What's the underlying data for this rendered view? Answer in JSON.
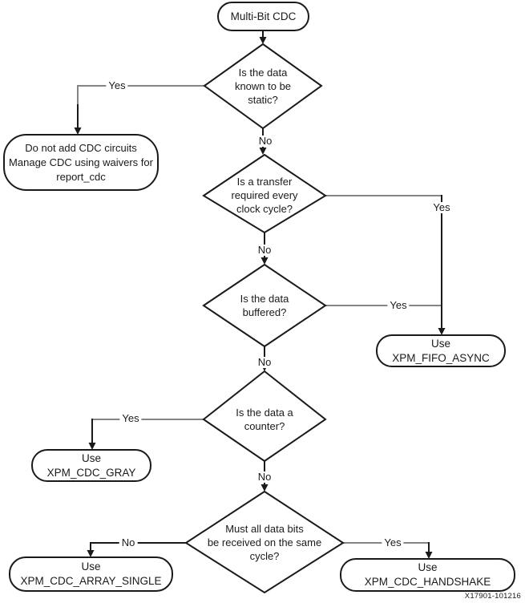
{
  "diagram": {
    "start": {
      "label": "Multi-Bit CDC"
    },
    "decisions": {
      "static": "Is the data\nknown to be\nstatic?",
      "transfer": "Is a transfer\nrequired every\nclock cycle?",
      "buffered": "Is the data\nbuffered?",
      "counter": "Is the data a\ncounter?",
      "same_cycle": "Must all data bits\nbe received on the same\ncycle?"
    },
    "results": {
      "no_cdc": "Do not add CDC circuits\nManage CDC using waivers for\nreport_cdc",
      "fifo_async": "Use\nXPM_FIFO_ASYNC",
      "cdc_gray": "Use\nXPM_CDC_GRAY",
      "array_single": "Use\nXPM_CDC_ARRAY_SINGLE",
      "handshake": "Use\nXPM_CDC_HANDSHAKE"
    },
    "edge_labels": {
      "d1_yes": "Yes",
      "d1_no": "No",
      "d2_yes": "Yes",
      "d2_no": "No",
      "d3_yes": "Yes",
      "d3_no": "No",
      "d4_yes": "Yes",
      "d4_no": "No",
      "d5_no": "No",
      "d5_yes": "Yes"
    },
    "figure_id": "X17901-101216",
    "colors": {
      "outline": "#1a1a1a",
      "connector_gray": "#848484",
      "background": "#ffffff"
    }
  }
}
